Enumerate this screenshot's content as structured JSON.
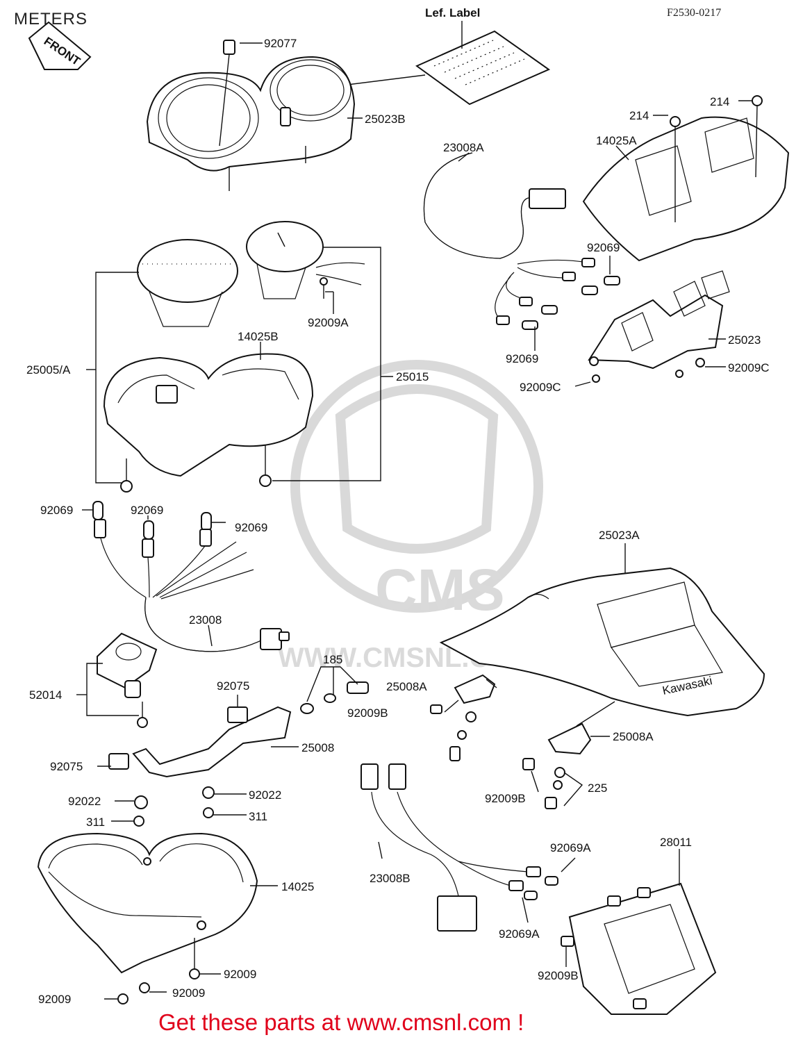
{
  "header": {
    "section_title": "METERS",
    "drawing_code": "F2530-0217"
  },
  "front_arrow": "FRONT",
  "watermark": {
    "logo": "CMS",
    "url": "WWW.CMSNL.COM"
  },
  "footer": {
    "cta": "Get these parts at www.cmsnl.com !"
  },
  "labels": {
    "lef_label": "Lef. Label",
    "p92077": "92077",
    "p25023B": "25023B",
    "p214a": "214",
    "p214b": "214",
    "p14025A": "14025A",
    "p23008A": "23008A",
    "p92069_r1": "92069",
    "p92069_r2": "92069",
    "p25023": "25023",
    "p92009C_a": "92009C",
    "p92009C_b": "92009C",
    "p92009A": "92009A",
    "p14025B": "14025B",
    "p25005A": "25005/A",
    "p25015": "25015",
    "p92069_l1": "92069",
    "p92069_l2": "92069",
    "p92069_l3": "92069",
    "p25023A": "25023A",
    "p23008": "23008",
    "p185": "185",
    "p25008A_a": "25008A",
    "p25008A_b": "25008A",
    "p92075_a": "92075",
    "p92075_b": "92075",
    "p52014": "52014",
    "p92009B_a": "92009B",
    "p92009B_b": "92009B",
    "p92009B_c": "92009B",
    "p25008": "25008",
    "p92022_a": "92022",
    "p92022_b": "92022",
    "p311_a": "311",
    "p311_b": "311",
    "p225": "225",
    "p92069A_a": "92069A",
    "p92069A_b": "92069A",
    "p28011": "28011",
    "p23008B": "23008B",
    "p14025": "14025",
    "p92009_a": "92009",
    "p92009_b": "92009",
    "p92009_c": "92009"
  }
}
